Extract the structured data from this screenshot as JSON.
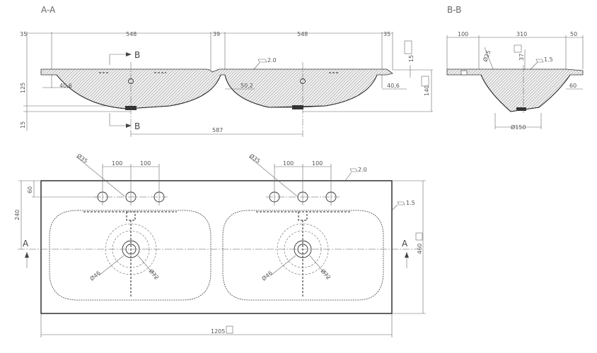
{
  "sections": {
    "aa": "A-A",
    "bb": "B-B",
    "marker_a": "A",
    "marker_b": "B"
  },
  "aa_dims": {
    "top_35_left": "35",
    "top_548_left": "548",
    "top_39": "39",
    "top_548_right": "548",
    "top_35_right": "35",
    "flatness": "2.0",
    "rim_15": "15",
    "left_125": "125",
    "left_15": "15",
    "right_140": "140",
    "r_40_6_left": "40,6",
    "r_50_2": "50,2",
    "r_40_6_right": "40,6",
    "bottom_587": "587"
  },
  "bb_dims": {
    "top_100": "100",
    "top_310": "310",
    "top_50": "50",
    "d_25": "Ø25",
    "h_37": "37",
    "flatness": "1.5",
    "r_60": "60",
    "d_150": "Ø150"
  },
  "plan_dims": {
    "d35_left": "Ø35",
    "d35_right": "Ø35",
    "spacing_left_1": "100",
    "spacing_left_2": "100",
    "spacing_right_1": "100",
    "spacing_right_2": "100",
    "flatness_top": "2.0",
    "flatness_side": "1.5",
    "d60": "60",
    "d240": "240",
    "d460": "460",
    "d1205": "1205",
    "d46_left": "Ø46",
    "d72_left": "Ø72",
    "d46_right": "Ø46",
    "d72_right": "Ø72"
  }
}
